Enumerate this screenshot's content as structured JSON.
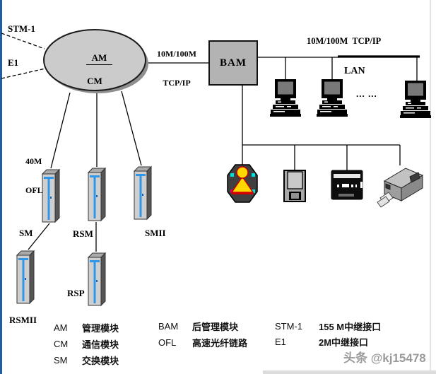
{
  "colors": {
    "frame_blue": "#1f5fa8",
    "cloud_fill": "#cbcbcb",
    "box_fill": "#b3b3b3",
    "tower_front": "#cfcfcf",
    "tower_side": "#565656",
    "tower_stripe_blue": "#2f96e8",
    "line": "#000000",
    "watermark_gray": "#9a9a9a"
  },
  "diagram": {
    "cloud": {
      "line1": "AM",
      "line2": "CM"
    },
    "stm1_label": "STM-1",
    "e1_label": "E1",
    "tcpip_left_line1": "10M/100M",
    "tcpip_left_line2": "TCP/IP",
    "bam_label": "BAM",
    "tcpip_right_label": "10M/100M  TCP/IP",
    "lan_label": "LAN",
    "dots": "... ...",
    "ofl_line1": "40M",
    "ofl_line2": "OFL",
    "modules": {
      "sm": "SM",
      "rsm": "RSM",
      "smii": "SMII",
      "rsmii": "RSMII",
      "rsp": "RSP"
    }
  },
  "icons": {
    "cloud": "network-cloud",
    "bam": "server-box",
    "workstation": "desktop-pc-icon",
    "globe": "colored-sphere-icon",
    "floppy": "floppy-disk-icon",
    "tape": "black-tape-device-icon",
    "printer": "printer-3d-icon",
    "tower": "switch-cabinet-icon"
  },
  "legend": {
    "col1": [
      {
        "code": "AM",
        "desc": "管理模块"
      },
      {
        "code": "CM",
        "desc": "通信模块"
      },
      {
        "code": "SM",
        "desc": "交换模块"
      }
    ],
    "col2": [
      {
        "code": "BAM",
        "desc": "后管理模块"
      },
      {
        "code": "OFL",
        "desc": "高速光纤链路"
      }
    ],
    "col3": [
      {
        "code": "STM-1",
        "desc": "155 M中继接口"
      },
      {
        "code": "E1",
        "desc": "2M中继接口"
      }
    ]
  },
  "watermark": "头条 @kj15478"
}
